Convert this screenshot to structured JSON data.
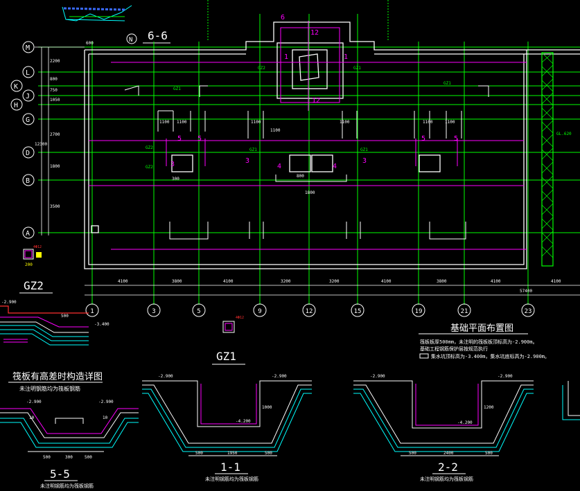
{
  "axes_letters": [
    "M",
    "L",
    "K",
    "J",
    "H",
    "G",
    "D",
    "B",
    "A",
    "N"
  ],
  "axes_numbers": [
    "1",
    "3",
    "5",
    "9",
    "12",
    "15",
    "19",
    "21",
    "23"
  ],
  "left_dims": [
    "2200",
    "800",
    "750",
    "1050",
    "2700",
    "1800",
    "3500",
    "600",
    "12300"
  ],
  "bottom_dims": [
    "4100",
    "3800",
    "4100",
    "3200",
    "3200",
    "4100",
    "3800",
    "4100",
    "4100",
    "57400"
  ],
  "titles": {
    "section_66": "6-6",
    "gz2": "GZ2",
    "gz1": "GZ1",
    "plan": "基础平面布置图",
    "step_detail": "筏板有高差时构造详图",
    "step_note": "未注明钢筋均为筏板钢筋",
    "s55": "5-5",
    "s55_note": "未注明钢筋均为筏板钢筋",
    "s11": "1-1",
    "s11_note": "未注明钢筋均为筏板钢筋",
    "s22": "2-2",
    "s22_note": "未注明钢筋均为筏板钢筋"
  },
  "plan_notes": [
    "筏板板厚500mm，未注明的筏板板顶标高为-2.900m。",
    "基础工程钢筋保护层按规范执行",
    "集水坑顶标高为-3.400m，集水坑底标高为-2.900m。"
  ],
  "labels": {
    "elev_2900": "-2.900",
    "elev_3400": "-3.400",
    "elev_4200": "-4.200",
    "gz2_tag": "GZ2",
    "gz1_tag": "GZ1",
    "s55_dims": [
      "500",
      "300",
      "500"
    ],
    "s11_dims": [
      "500",
      "1950",
      "500"
    ],
    "s22_dims": [
      "500",
      "2400",
      "500"
    ],
    "s55_side": [
      "10",
      "10"
    ],
    "s11_side": "1000",
    "s22_side": "1200"
  },
  "colors": {
    "grid": "#00ff00",
    "beam": "#ffffff",
    "rebar": "#ff00ff",
    "concrete": "#00ffff",
    "dim": "#ffff00",
    "red": "#ff3030",
    "blue": "#3a6bff",
    "axis_bubble": "#ffffff"
  }
}
